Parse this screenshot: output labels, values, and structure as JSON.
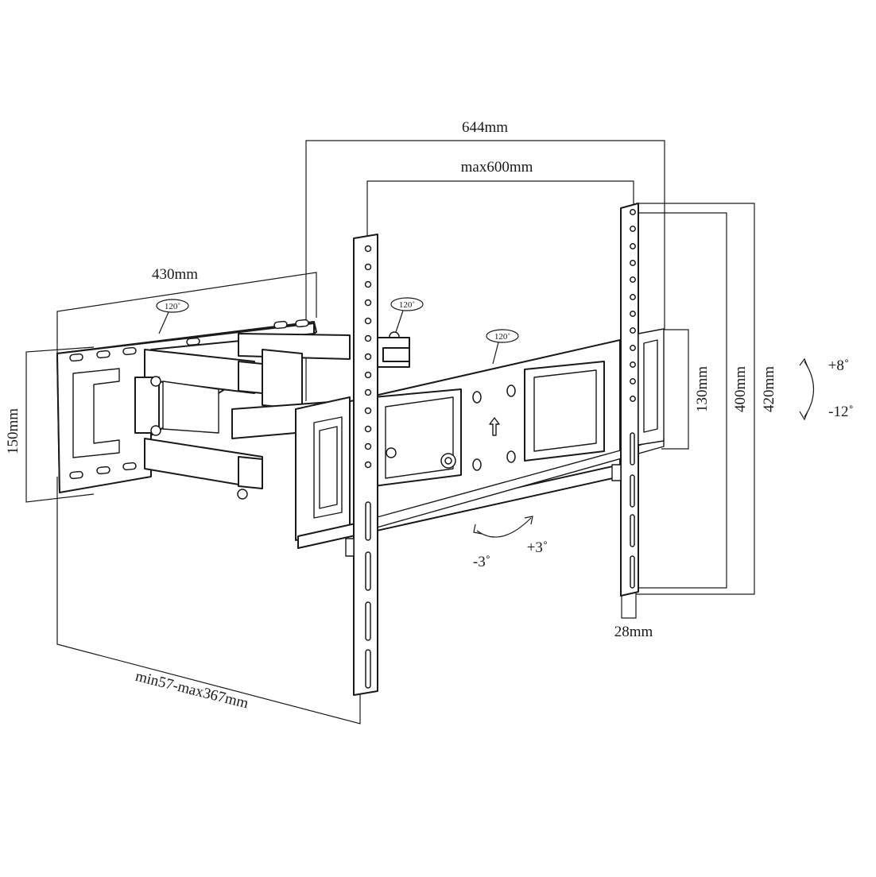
{
  "dimensions": {
    "overall_width": "644mm",
    "max_hole_spacing_width": "max600mm",
    "arm_length": "430mm",
    "wall_plate_height": "150mm",
    "extension": "min57-max367mm",
    "rail_spacing_small": "130mm",
    "max_hole_spacing_height": "400mm",
    "overall_height": "420mm",
    "profile": "28mm"
  },
  "angles": {
    "swivel_wall": "120˚",
    "swivel_middle": "120˚",
    "swivel_plate": "120˚",
    "tilt_up": "+8˚",
    "tilt_down": "-12˚",
    "level_minus": "-3˚",
    "level_plus": "+3˚"
  }
}
